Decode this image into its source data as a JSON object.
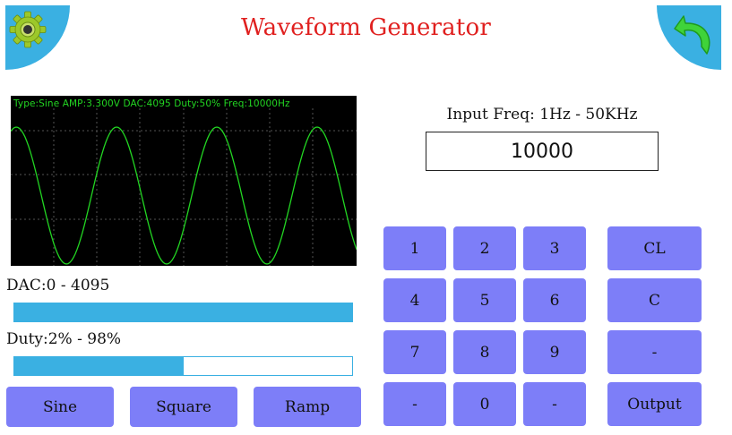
{
  "header": {
    "title": "Waveform Generator",
    "settings_icon": "gear-icon",
    "back_icon": "back-arrow-icon",
    "accent_color": "#3ab0e2",
    "title_color": "#e0201f"
  },
  "scope": {
    "info": "Type:Sine  AMP:3.300V  DAC:4095  Duty:50%  Freq:10000Hz",
    "wave_color": "#22d622",
    "background_color": "#000000",
    "cycles_shown": 3.45
  },
  "dac": {
    "label": "DAC:0 - 4095",
    "fill_fraction": 1.0
  },
  "duty": {
    "label": "Duty:2% - 98%",
    "fill_fraction": 0.5
  },
  "wave_buttons": {
    "sine": "Sine",
    "square": "Square",
    "ramp": "Ramp"
  },
  "freq_input": {
    "label": "Input Freq: 1Hz - 50KHz",
    "value": "10000"
  },
  "keypad": {
    "keys": [
      "1",
      "2",
      "3",
      "4",
      "5",
      "6",
      "7",
      "8",
      "9",
      "-",
      "0",
      "-"
    ],
    "side": [
      "CL",
      "C",
      "-",
      "Output"
    ],
    "button_color": "#7d7ef8"
  }
}
